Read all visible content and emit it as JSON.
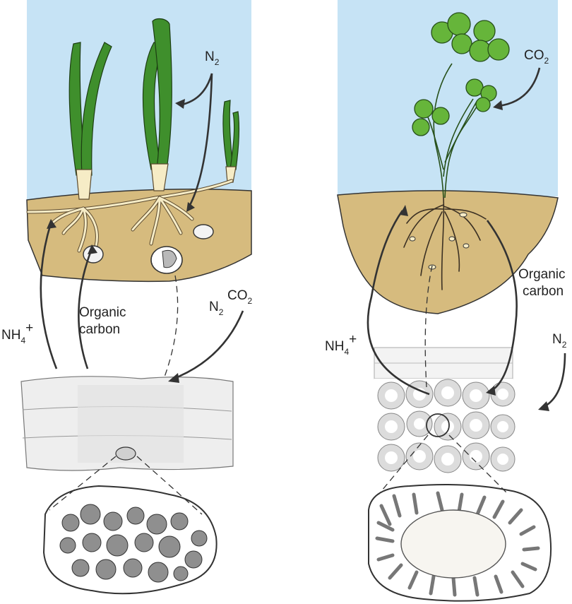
{
  "left_panel": {
    "gas_top": {
      "main": "N",
      "sub": "2"
    },
    "gas_mid_n2": {
      "main": "N",
      "sub": "2"
    },
    "gas_mid_co2": {
      "main": "CO",
      "sub": "2"
    },
    "organic_carbon": [
      "Organic",
      "carbon"
    ],
    "ammonium": {
      "main": "NH",
      "sub": "4",
      "sup": "+"
    }
  },
  "right_panel": {
    "gas_top": {
      "main": "CO",
      "sub": "2"
    },
    "gas_mid": {
      "main": "N",
      "sub": "2"
    },
    "organic_carbon": [
      "Organic",
      "carbon"
    ],
    "ammonium": {
      "main": "NH",
      "sub": "4",
      "sup": "+"
    }
  },
  "colors": {
    "water": "#c6e3f5",
    "sediment": "#d6bb7e",
    "seagrass": "#3f8f2c",
    "clover": "#66b53a",
    "root": "#f6ecc6",
    "bacteroid": "#8f8f8f"
  }
}
